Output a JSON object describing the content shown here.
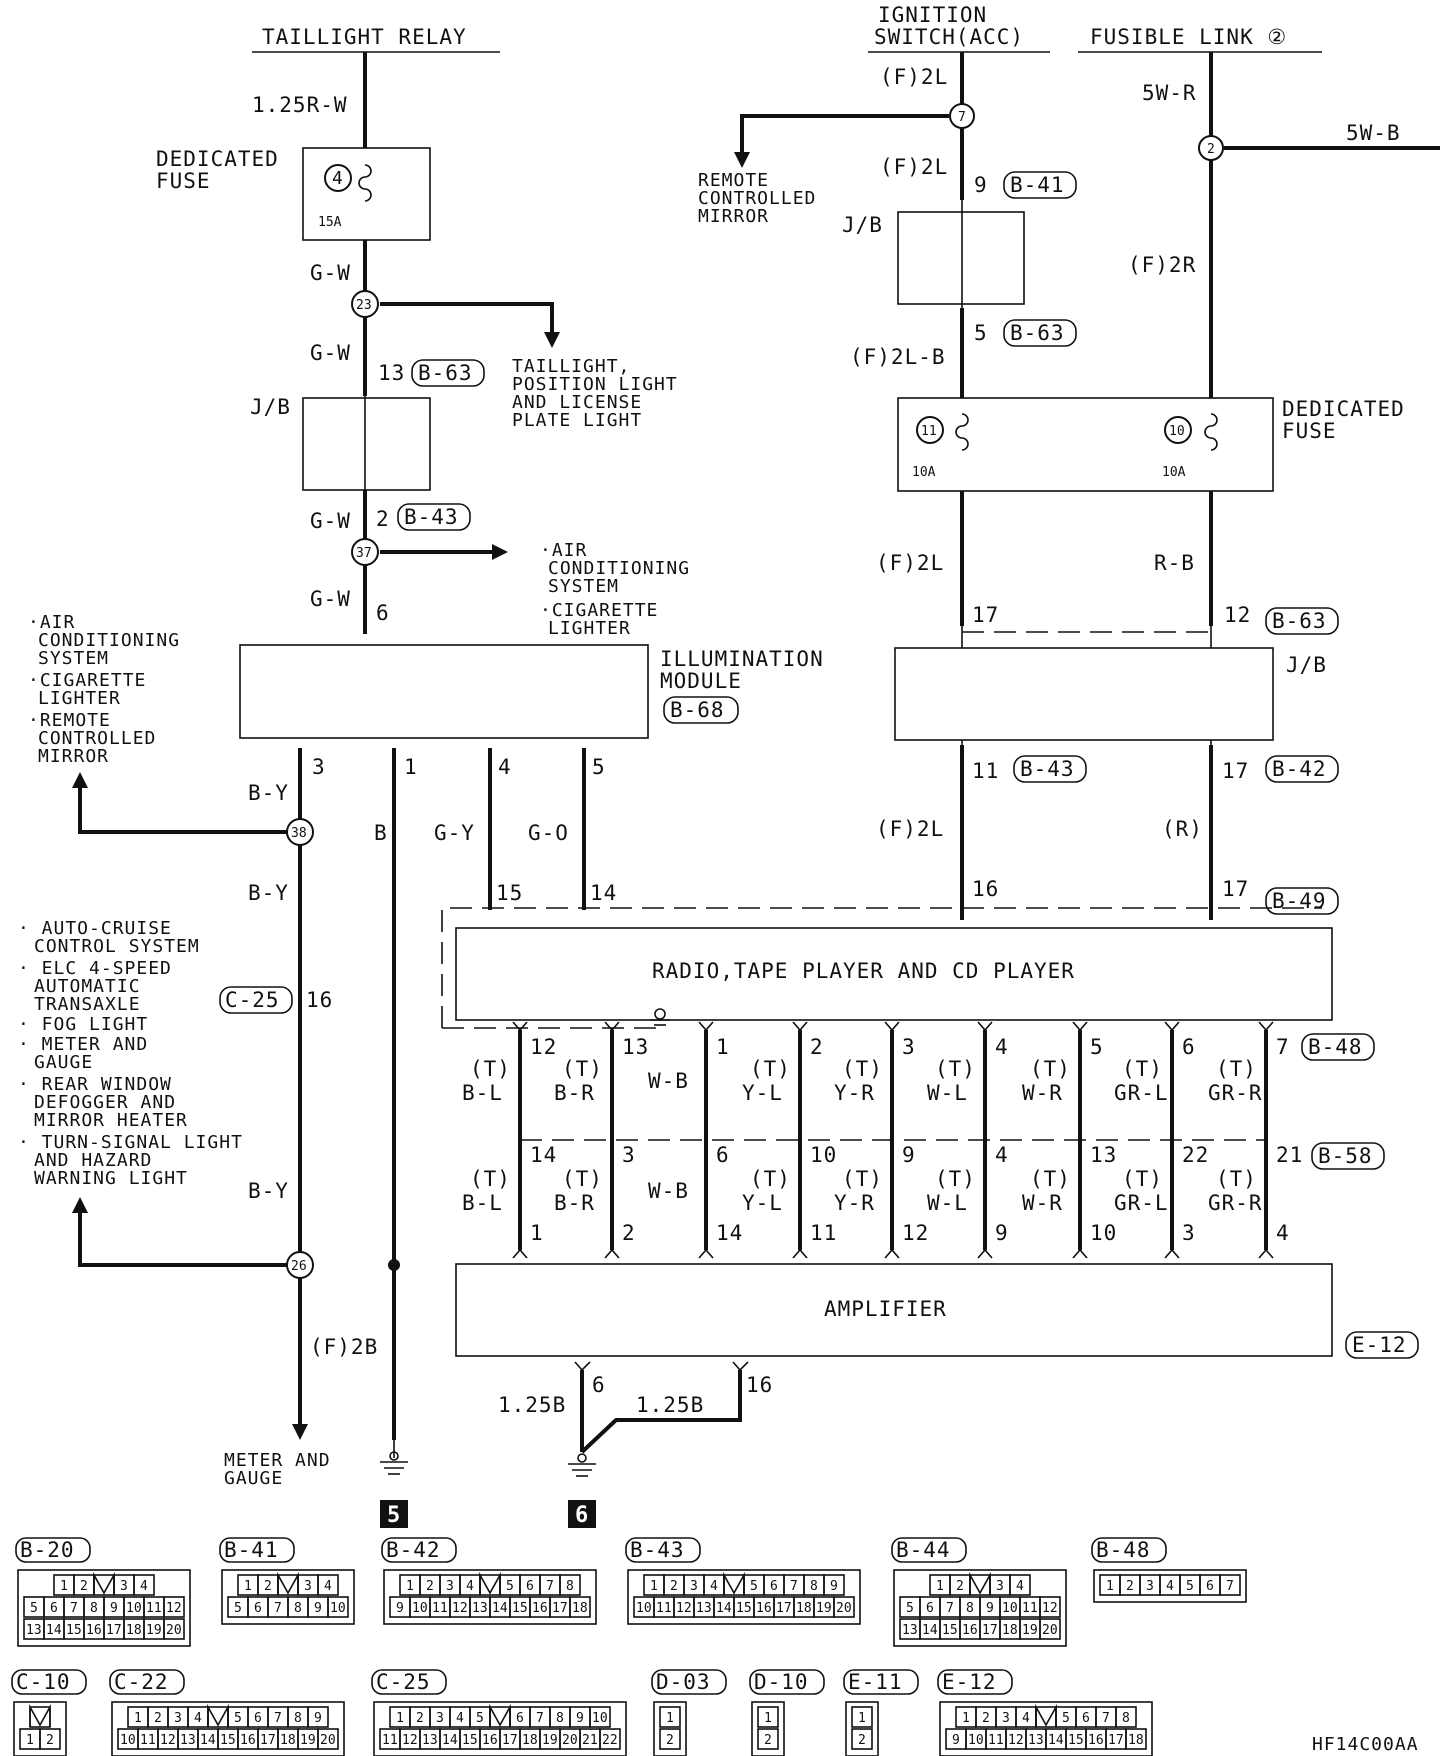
{
  "sources": {
    "taillight_relay": "TAILLIGHT RELAY",
    "ignition_line1": "IGNITION",
    "ignition_line2": "SWITCH(ACC)",
    "fusible_link": "FUSIBLE LINK ②"
  },
  "wires": {
    "w_125rw": "1.25R-W",
    "gw": "G-W",
    "f2l": "(F)2L",
    "f2lb": "(F)2L-B",
    "w5wr": "5W-R",
    "w5wb": "5W-B",
    "f2r": "(F)2R",
    "rb": "R-B",
    "r": "(R)",
    "by": "B-Y",
    "b": "B",
    "gy": "G-Y",
    "go": "G-O",
    "f2b": "(F)2B",
    "w125b": "1.25B",
    "t": "(T)",
    "bl": "B-L",
    "br": "B-R",
    "wb": "W-B",
    "yl": "Y-L",
    "yr": "Y-R",
    "wl": "W-L",
    "wr": "W-R",
    "grl": "GR-L",
    "grr": "GR-R"
  },
  "components": {
    "dedicated_fuse_line1": "DEDICATED",
    "dedicated_fuse_line2": "FUSE",
    "fuse4_num": "4",
    "fuse4_amp": "15A",
    "fuse11_num": "11",
    "fuse10_num": "10",
    "fuse_10a": "10A",
    "jb": "J/B",
    "illum_line1": "ILLUMINATION",
    "illum_line2": "MODULE",
    "radio": "RADIO,TAPE PLAYER AND CD PLAYER",
    "amplifier": "AMPLIFIER",
    "ground5": "5",
    "ground6": "6"
  },
  "connectors": {
    "B41": "B-41",
    "B63": "B-63",
    "B43": "B-43",
    "B42": "B-42",
    "B68": "B-68",
    "B49": "B-49",
    "B48": "B-48",
    "B58": "B-58",
    "C25": "C-25",
    "E12": "E-12"
  },
  "junctions": {
    "j7": "7",
    "j2": "2",
    "j23": "23",
    "j37": "37",
    "j38": "38",
    "j26": "26"
  },
  "pins": {
    "p9": "9",
    "p5": "5",
    "p13": "13",
    "p2": "2",
    "p6": "6",
    "p3": "3",
    "p1": "1",
    "p4": "4",
    "p17": "17",
    "p12": "12",
    "p11": "11",
    "p16": "16",
    "p15": "15",
    "p14": "14",
    "radio_pins": [
      "12",
      "13",
      "1",
      "2",
      "3",
      "4",
      "5",
      "6",
      "7"
    ],
    "b58_pins": [
      "14",
      "3",
      "6",
      "10",
      "9",
      "4",
      "13",
      "22",
      "21"
    ],
    "amp_pins": [
      "1",
      "2",
      "14",
      "11",
      "12",
      "9",
      "10",
      "3",
      "4"
    ],
    "c25_pin": "16",
    "amp_gnd_pin_a": "6",
    "amp_gnd_pin_b": "16"
  },
  "destinations": {
    "remote_mirror": [
      "REMOTE",
      "CONTROLLED",
      "MIRROR"
    ],
    "taillight_group": [
      "TAILLIGHT,",
      "POSITION LIGHT",
      "AND LICENSE",
      "PLATE LIGHT"
    ],
    "ac_cig": [
      "·AIR",
      "CONDITIONING",
      "SYSTEM",
      "·CIGARETTE",
      "LIGHTER"
    ],
    "left_top": [
      "·AIR",
      "CONDITIONING",
      "SYSTEM",
      "·CIGARETTE",
      "LIGHTER",
      "·REMOTE",
      "CONTROLLED",
      "MIRROR"
    ],
    "left_mid": [
      "· AUTO-CRUISE",
      "CONTROL SYSTEM",
      "· ELC 4-SPEED",
      "AUTOMATIC",
      "TRANSAXLE",
      "· FOG LIGHT",
      "· METER AND",
      "GAUGE",
      "· REAR WINDOW",
      "DEFOGGER AND",
      "MIRROR HEATER",
      "· TURN-SIGNAL LIGHT",
      "AND HAZARD",
      "WARNING LIGHT"
    ],
    "meter_gauge": [
      "METER AND",
      "GAUGE"
    ]
  },
  "connector_views": {
    "B20": {
      "label": "B-20",
      "rows": [
        [
          "1",
          "2",
          "",
          "3",
          "4"
        ],
        [
          "5",
          "6",
          "7",
          "8",
          "9",
          "10",
          "11",
          "12"
        ],
        [
          "13",
          "14",
          "15",
          "16",
          "17",
          "18",
          "19",
          "20"
        ]
      ]
    },
    "B41": {
      "label": "B-41",
      "rows": [
        [
          "1",
          "2",
          "",
          "3",
          "4"
        ],
        [
          "5",
          "6",
          "7",
          "8",
          "9",
          "10"
        ]
      ]
    },
    "B42": {
      "label": "B-42",
      "rows": [
        [
          "1",
          "2",
          "3",
          "4",
          "",
          "5",
          "6",
          "7",
          "8"
        ],
        [
          "9",
          "10",
          "11",
          "12",
          "13",
          "14",
          "15",
          "16",
          "17",
          "18"
        ]
      ]
    },
    "B43": {
      "label": "B-43",
      "rows": [
        [
          "1",
          "2",
          "3",
          "4",
          "",
          "5",
          "6",
          "7",
          "8",
          "9"
        ],
        [
          "10",
          "11",
          "12",
          "13",
          "14",
          "15",
          "16",
          "17",
          "18",
          "19",
          "20"
        ]
      ]
    },
    "B44": {
      "label": "B-44",
      "rows": [
        [
          "1",
          "2",
          "",
          "3",
          "4"
        ],
        [
          "5",
          "6",
          "7",
          "8",
          "9",
          "10",
          "11",
          "12"
        ],
        [
          "13",
          "14",
          "15",
          "16",
          "17",
          "18",
          "19",
          "20"
        ]
      ]
    },
    "B48": {
      "label": "B-48",
      "rows": [
        [
          "1",
          "2",
          "3",
          "4",
          "5",
          "6",
          "7"
        ]
      ]
    },
    "C10": {
      "label": "C-10",
      "rows": [
        [
          ""
        ],
        [
          "1",
          "2"
        ]
      ]
    },
    "C22": {
      "label": "C-22",
      "rows": [
        [
          "1",
          "2",
          "3",
          "4",
          "",
          "5",
          "6",
          "7",
          "8",
          "9"
        ],
        [
          "10",
          "11",
          "12",
          "13",
          "14",
          "15",
          "16",
          "17",
          "18",
          "19",
          "20"
        ]
      ]
    },
    "C25": {
      "label": "C-25",
      "rows": [
        [
          "1",
          "2",
          "3",
          "4",
          "5",
          "",
          "6",
          "7",
          "8",
          "9",
          "10"
        ],
        [
          "11",
          "12",
          "13",
          "14",
          "15",
          "16",
          "17",
          "18",
          "19",
          "20",
          "21",
          "22"
        ]
      ]
    },
    "D03": {
      "label": "D-03",
      "rows": [
        [
          "1"
        ],
        [
          "2"
        ]
      ]
    },
    "D10": {
      "label": "D-10",
      "rows": [
        [
          "1"
        ],
        [
          "2"
        ]
      ]
    },
    "E11": {
      "label": "E-11",
      "rows": [
        [
          "1"
        ],
        [
          "2"
        ]
      ]
    },
    "E12": {
      "label": "E-12",
      "rows": [
        [
          "1",
          "2",
          "3",
          "4",
          "",
          "5",
          "6",
          "7",
          "8"
        ],
        [
          "9",
          "10",
          "11",
          "12",
          "13",
          "14",
          "15",
          "16",
          "17",
          "18"
        ]
      ]
    }
  },
  "code": "HF14C00AA"
}
